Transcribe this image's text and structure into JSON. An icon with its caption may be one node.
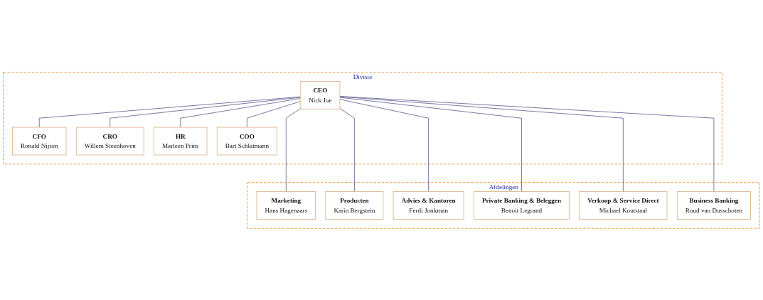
{
  "diagram": {
    "nodes": [
      {
        "text": [
          "Divisie"
        ]
      },
      {
        "text": [
          "CEO",
          "Nick Jue"
        ],
        "in": 0
      },
      {
        "text": [
          "CFO",
          "Ronald Nijsen"
        ],
        "in": 0
      },
      {
        "text": [
          "CRO",
          "Willem Steenhoven"
        ],
        "in": 0
      },
      {
        "text": [
          "HR",
          "Marleen Prins"
        ],
        "in": 0
      },
      {
        "text": [
          "COO",
          "Bart Schlatmann"
        ],
        "in": 0
      },
      {
        "text": [
          "Afdelingen"
        ]
      },
      {
        "text": [
          "Marketing",
          "Hans Hagenaars"
        ],
        "in": 6
      },
      {
        "text": [
          "Producten",
          "Karin Bergstein"
        ],
        "in": 6
      },
      {
        "text": [
          "Advies & Kantoren",
          "Ferdi Jonkman"
        ],
        "in": 6
      },
      {
        "text": [
          "Private Banking & Beleggen",
          "Benoit Legrand"
        ],
        "in": 6
      },
      {
        "text": [
          "Verkoop & Service Direct",
          "Michael Koutstaal"
        ],
        "in": 6
      },
      {
        "text": [
          "Business Banking",
          "Ruud van Dusschoten"
        ],
        "in": 6
      }
    ],
    "edges": [
      {
        "from": 1,
        "to": 2,
        "arrow": "none"
      },
      {
        "from": 1,
        "to": 3,
        "arrow": "none"
      },
      {
        "from": 1,
        "to": 4,
        "arrow": "none"
      },
      {
        "from": 1,
        "to": 5,
        "arrow": "none"
      },
      {
        "from": 1,
        "to": 7,
        "arrow": "none"
      },
      {
        "from": 1,
        "to": 8,
        "arrow": "none"
      },
      {
        "from": 1,
        "to": 9,
        "arrow": "none"
      },
      {
        "from": 1,
        "to": 10,
        "arrow": "none"
      },
      {
        "from": 1,
        "to": 11,
        "arrow": "none"
      },
      {
        "from": 1,
        "to": 12,
        "arrow": "none"
      }
    ]
  }
}
